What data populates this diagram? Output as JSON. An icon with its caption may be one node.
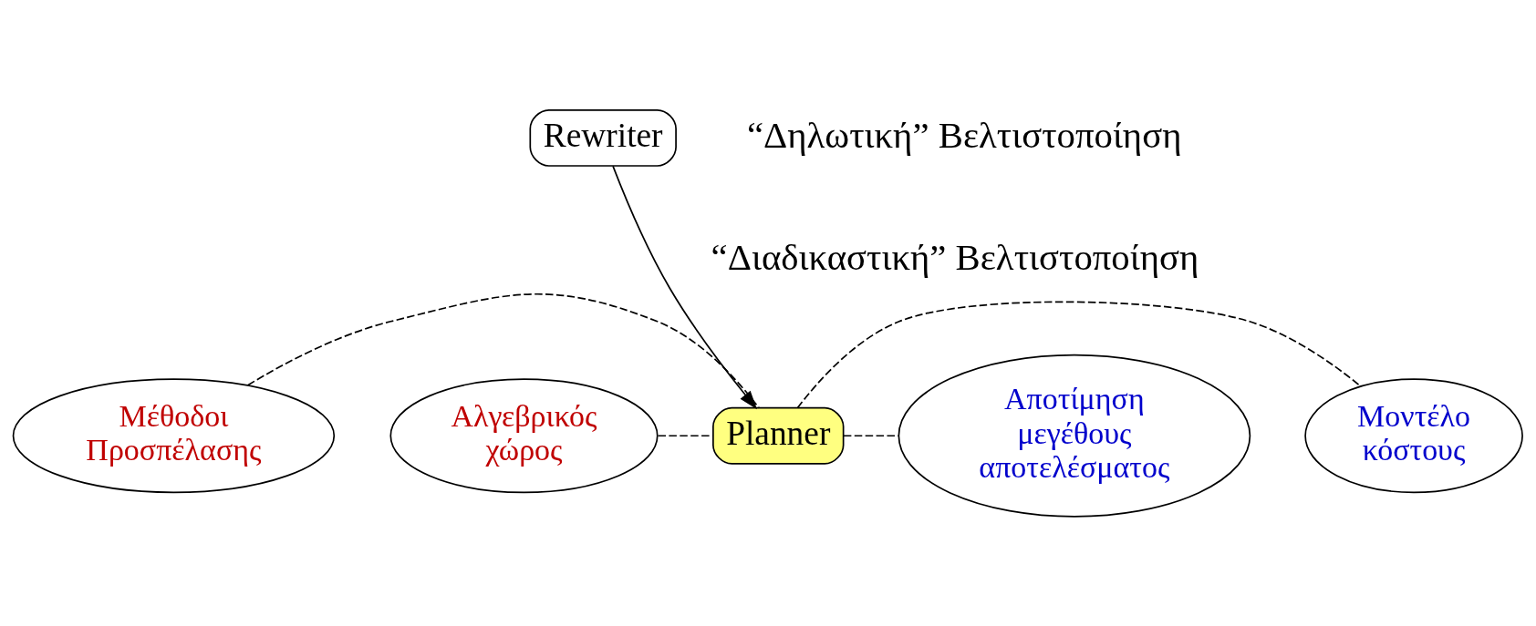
{
  "diagram": {
    "nodes": [
      {
        "text": [
          "Rewriter"
        ]
      },
      {
        "text": [
          "Μοντέλο κόστους"
        ]
      },
      {
        "text": [
          "Αλγεβρικός χώρος"
        ]
      },
      {
        "text": [
          "Planner"
        ]
      },
      {
        "text": [
          "Αποτίμηση μεγέθους αποτελέσματος"
        ]
      },
      {
        "text": [
          "Μέθοδοι Προσπέλασης"
        ]
      }
    ],
    "edges": [
      {
        "from": 0,
        "to": 3,
        "arrow": "to"
      },
      {
        "from": 2,
        "to": 3,
        "arrow": "none",
        "style": "dashed"
      },
      {
        "from": 5,
        "to": 3,
        "arrow": "none",
        "style": "dashed"
      },
      {
        "from": 3,
        "to": 1,
        "arrow": "none",
        "style": "dashed"
      },
      {
        "from": 3,
        "to": 4,
        "arrow": "none",
        "style": "dashed"
      }
    ],
    "labels": [
      "“Δηλωτική” Βελτιστοποίηση",
      "“Διαδικαστική” Βελτιστοποίηση"
    ]
  }
}
